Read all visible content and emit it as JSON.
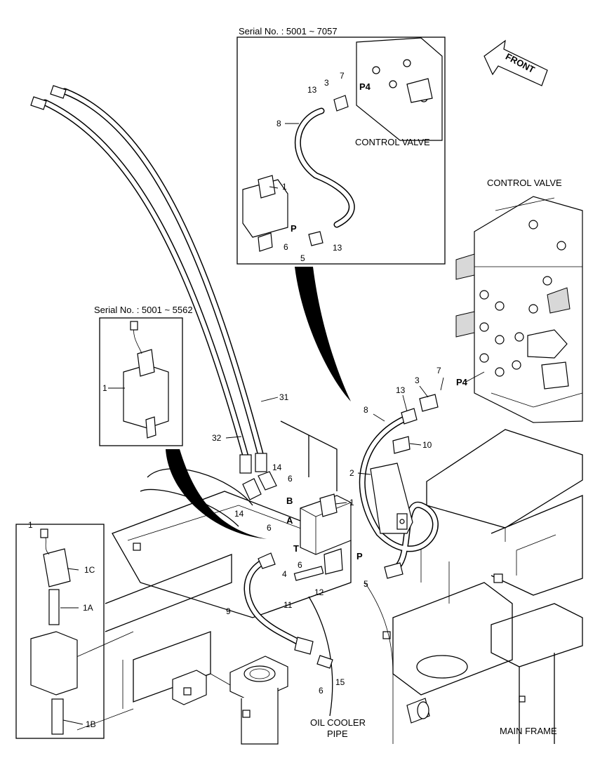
{
  "insets": {
    "top": {
      "serial": "Serial No. : 5001 ~ 7057",
      "control_valve": "CONTROL VALVE"
    },
    "middle": {
      "serial": "Serial No. : 5001 ~ 5562"
    },
    "bottom": {
      "title": "1"
    }
  },
  "labels": {
    "front": "FRONT",
    "control_valve": "CONTROL VALVE",
    "oil_cooler_1": "OIL COOLER",
    "oil_cooler_2": "PIPE",
    "main_frame": "MAIN FRAME"
  },
  "ports": {
    "p4_top": "P4",
    "p_top": "P",
    "p4_main": "P4",
    "b": "B",
    "a": "A",
    "t": "T",
    "p_main": "P"
  },
  "callouts": {
    "top": [
      "7",
      "3",
      "13",
      "8",
      "1",
      "6",
      "5",
      "13"
    ],
    "middle": [
      "1"
    ],
    "bottom": [
      "1C",
      "1A",
      "1B"
    ],
    "main": [
      "7",
      "13",
      "3",
      "8",
      "31",
      "32",
      "10",
      "2",
      "14",
      "6",
      "1",
      "14",
      "6",
      "4",
      "6",
      "5",
      "11",
      "12",
      "9",
      "15",
      "6"
    ]
  }
}
